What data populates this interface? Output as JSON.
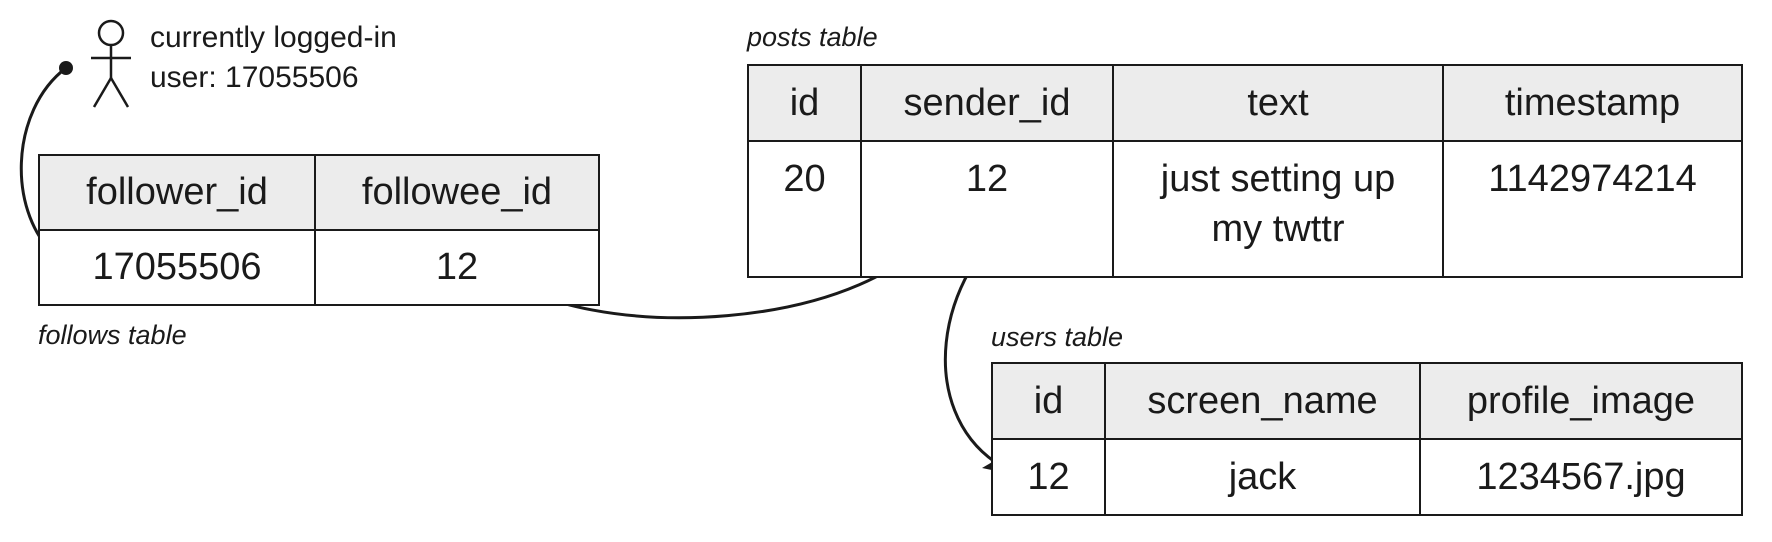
{
  "user": {
    "label_line1": "currently logged-in",
    "label_line2": "user: 17055506"
  },
  "follows": {
    "caption": "follows table",
    "columns": [
      "follower_id",
      "followee_id"
    ],
    "rows": [
      [
        "17055506",
        "12"
      ]
    ]
  },
  "posts": {
    "caption": "posts table",
    "columns": [
      "id",
      "sender_id",
      "text",
      "timestamp"
    ],
    "rows": [
      [
        "20",
        "12",
        "just setting up my twttr",
        "1142974214"
      ]
    ]
  },
  "users": {
    "caption": "users table",
    "columns": [
      "id",
      "screen_name",
      "profile_image"
    ],
    "rows": [
      [
        "12",
        "jack",
        "1234567.jpg"
      ]
    ]
  },
  "colors": {
    "ink": "#1a1a1a",
    "header_fill": "#ececec"
  }
}
